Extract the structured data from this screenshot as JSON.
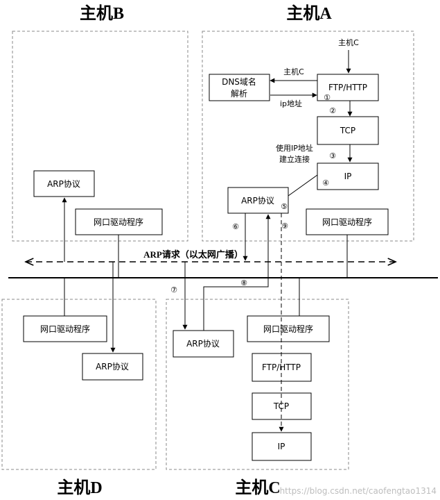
{
  "hosts": {
    "b": "主机B",
    "a": "主机A",
    "d": "主机D",
    "c": "主机C"
  },
  "host_a": {
    "input_label": "主机C",
    "dns_box": [
      "DNS域名",
      "解析"
    ],
    "dns_query_label": "主机C",
    "dns_reply_label": "ip地址",
    "ftp_box": "FTP/HTTP",
    "tcp_box": "TCP",
    "ip_box": "IP",
    "connect_label": [
      "使用IP地址",
      "建立连接"
    ],
    "arp_box": "ARP协议",
    "nic_box": "网口驱动程序"
  },
  "host_b": {
    "arp_box": "ARP协议",
    "nic_box": "网口驱动程序"
  },
  "host_d": {
    "nic_box": "网口驱动程序",
    "arp_box": "ARP协议"
  },
  "host_c": {
    "arp_box": "ARP协议",
    "nic_box": "网口驱动程序",
    "ftp_box": "FTP/HTTP",
    "tcp_box": "TCP",
    "ip_box": "IP"
  },
  "broadcast_label": "ARP请求（以太网广播）",
  "steps": [
    "①",
    "②",
    "③",
    "④",
    "⑤",
    "⑥",
    "⑦",
    "⑧",
    "⑨"
  ],
  "watermark": "https://blog.csdn.net/caofengtao1314"
}
